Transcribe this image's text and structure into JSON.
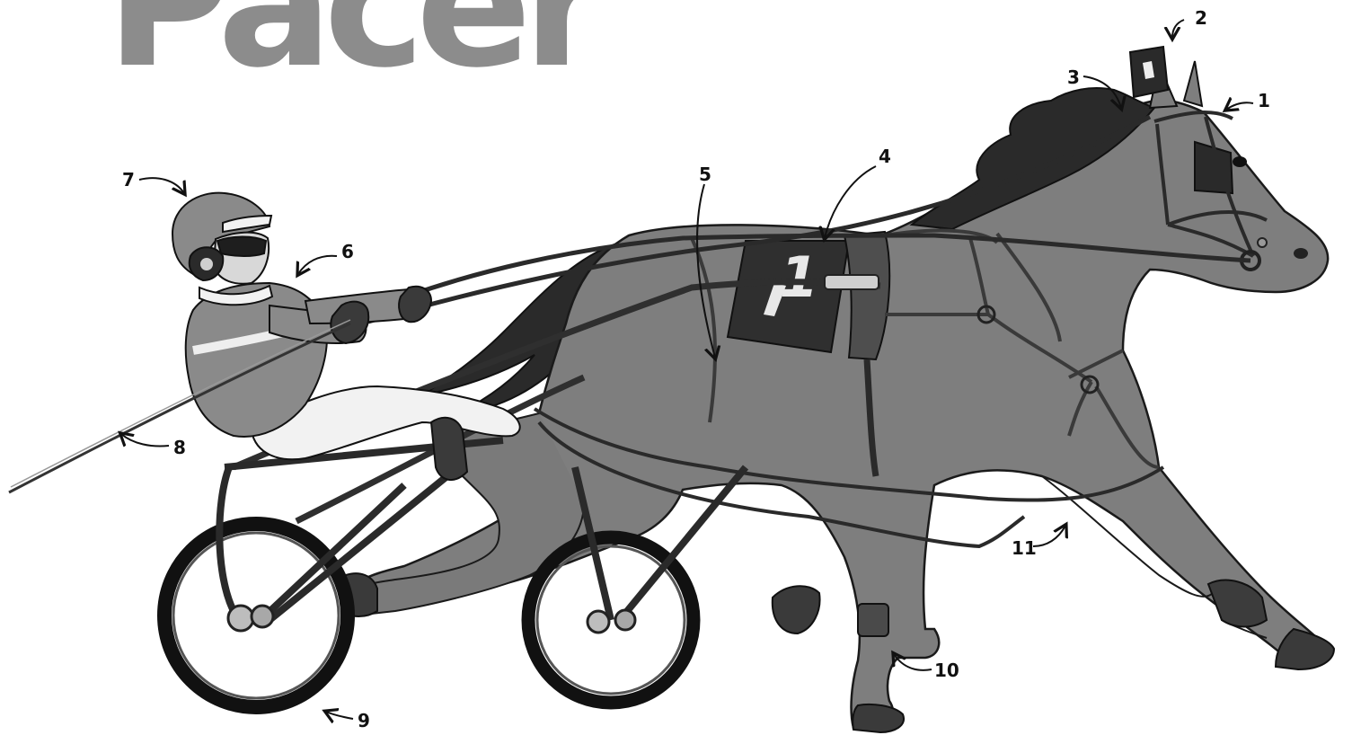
{
  "title": "Pacer",
  "callouts": [
    {
      "id": "c1",
      "label": "1"
    },
    {
      "id": "c2",
      "label": "2"
    },
    {
      "id": "c3",
      "label": "3"
    },
    {
      "id": "c4",
      "label": "4"
    },
    {
      "id": "c5",
      "label": "5"
    },
    {
      "id": "c6",
      "label": "6"
    },
    {
      "id": "c7",
      "label": "7"
    },
    {
      "id": "c8",
      "label": "8"
    },
    {
      "id": "c9",
      "label": "9"
    },
    {
      "id": "c10",
      "label": "10"
    },
    {
      "id": "c11",
      "label": "11"
    }
  ],
  "saddle_pad_number": "1",
  "colors": {
    "title": "#8c8c8c",
    "horse_body": "#7e7e7e",
    "mane": "#2a2a2a",
    "outline": "#1a1a1a",
    "harness": "#5a5a5a",
    "driver_jacket": "#8a8a8a",
    "white_parts": "#f2f2f2",
    "tire": "#111111"
  }
}
